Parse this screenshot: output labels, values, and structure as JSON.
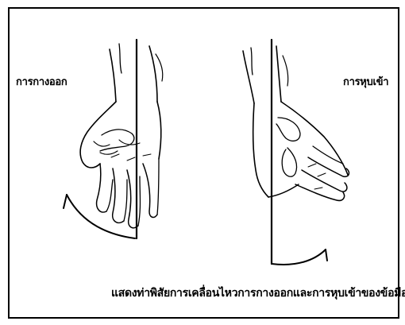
{
  "labels": {
    "left": "การกางออก",
    "right": "การหุบเข้า",
    "caption": "แสดงท่าพิสัยการเคลื่อนไหวการกางออกและการหุบเข้าของข้อมือ"
  },
  "colors": {
    "ink": "#000000",
    "background": "#ffffff"
  }
}
